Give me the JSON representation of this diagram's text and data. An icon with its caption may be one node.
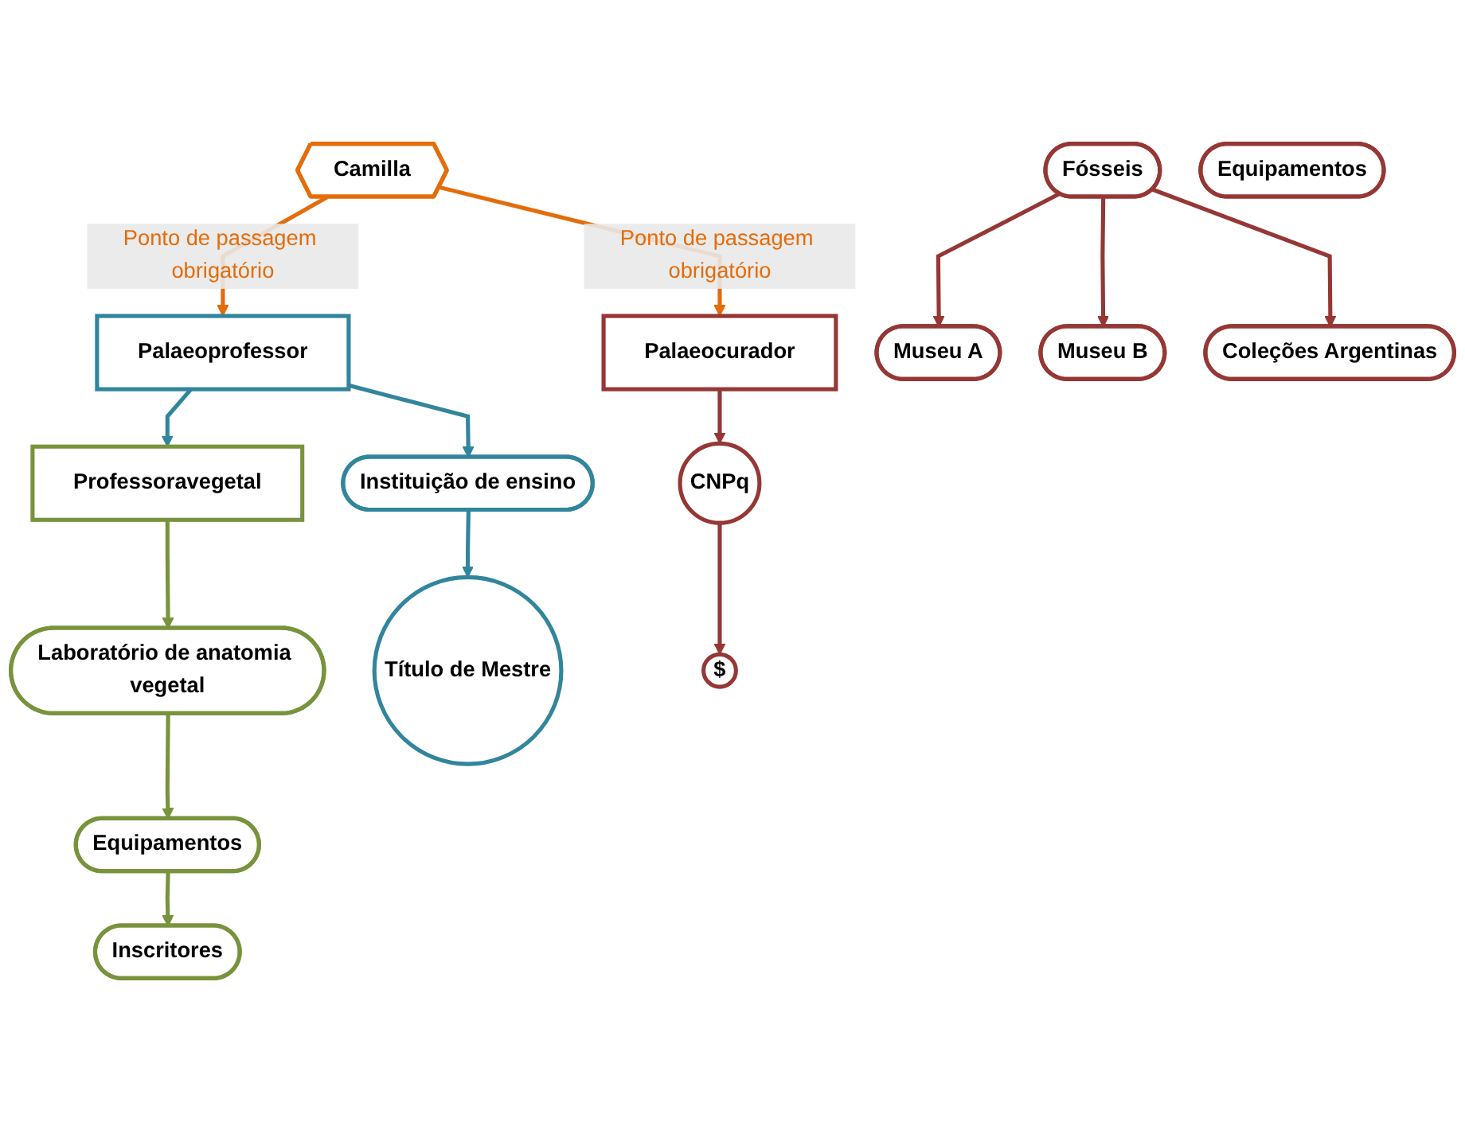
{
  "diagram": {
    "nodes": [
      {
        "text": [
          "Professoravegetal"
        ]
      },
      {
        "text": [
          "Palaeoprofessor"
        ]
      },
      {
        "text": [
          "Laboratório de anatomia vegetal"
        ]
      },
      {
        "text": [
          "Instituição de ensino"
        ]
      },
      {
        "text": [
          "Camilla"
        ]
      },
      {
        "text": [
          "Equipamentos"
        ]
      },
      {
        "text": [
          "Título de Mestre"
        ]
      },
      {
        "text": [
          "Inscritores"
        ]
      },
      {
        "text": [
          "Palaeocurador"
        ]
      },
      {
        "text": [
          "Fósseis"
        ]
      },
      {
        "text": [
          "Museu A"
        ]
      },
      {
        "text": [
          "CNPq"
        ]
      },
      {
        "text": [
          "Museu B"
        ]
      },
      {
        "text": [
          "Equipamentos"
        ]
      },
      {
        "text": [
          "Coleções Argentinas"
        ]
      },
      {
        "text": [
          "$"
        ]
      }
    ],
    "edges": [
      {
        "from": 1,
        "to": 0,
        "arrow": "to",
        "color": "#31859c"
      },
      {
        "from": 0,
        "to": 2,
        "arrow": "to",
        "color": "#77933c"
      },
      {
        "from": 1,
        "to": 3,
        "arrow": "to",
        "color": "#31859c"
      },
      {
        "from": 2,
        "to": 5,
        "arrow": "to",
        "color": "#77933c"
      },
      {
        "from": 4,
        "to": 1,
        "arrow": "to",
        "label": "Ponto de passagem obrigatório",
        "color": "#e46c0a"
      },
      {
        "from": 3,
        "to": 6,
        "arrow": "to",
        "color": "#31859c"
      },
      {
        "from": 5,
        "to": 7,
        "arrow": "to",
        "color": "#77933c"
      },
      {
        "from": 4,
        "to": 8,
        "arrow": "to",
        "label": "Ponto de passagem obrigatório",
        "color": "#e46c0a"
      },
      {
        "from": 8,
        "to": 11,
        "arrow": "to"
      },
      {
        "from": 11,
        "to": 15,
        "arrow": "to"
      },
      {
        "from": 9,
        "to": 10,
        "arrow": "to"
      },
      {
        "from": 9,
        "to": 12,
        "arrow": "to"
      },
      {
        "from": 9,
        "to": 14,
        "arrow": "to"
      }
    ]
  }
}
